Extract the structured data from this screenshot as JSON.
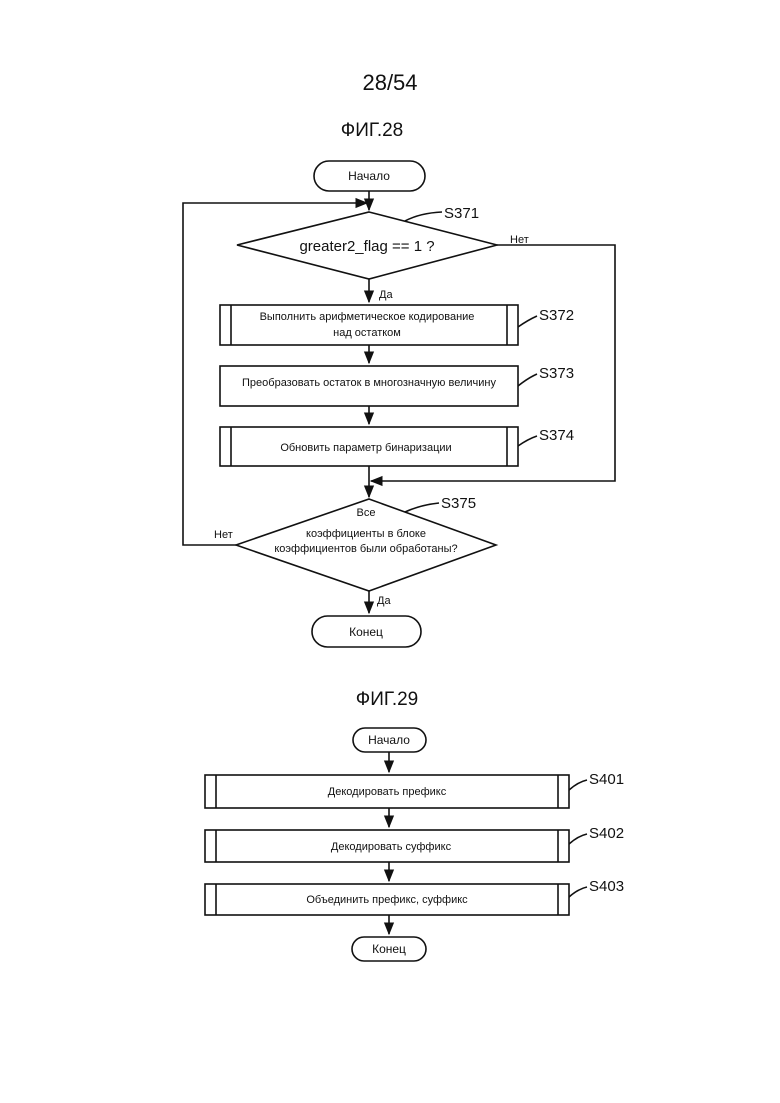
{
  "page_number": "28/54",
  "fig28": {
    "title": "ФИГ.28",
    "start": "Начало",
    "end": "Конец",
    "s371": {
      "step": "S371",
      "condition": "greater2_flag == 1 ?",
      "yes": "Да",
      "no": "Нет"
    },
    "s372": {
      "step": "S372",
      "line1": "Выполнить арифметическое кодирование",
      "line2": "над остатком"
    },
    "s373": {
      "step": "S373",
      "text": "Преобразовать остаток в многозначную величину"
    },
    "s374": {
      "step": "S374",
      "text": "Обновить параметр бинаризации"
    },
    "s375": {
      "step": "S375",
      "line1": "Все",
      "line2": "коэффициенты в блоке",
      "line3": "коэффициентов были обработаны?",
      "yes": "Да",
      "no": "Нет"
    }
  },
  "fig29": {
    "title": "ФИГ.29",
    "start": "Начало",
    "end": "Конец",
    "s401": {
      "step": "S401",
      "text": "Декодировать префикс"
    },
    "s402": {
      "step": "S402",
      "text": "Декодировать суффикс"
    },
    "s403": {
      "step": "S403",
      "text": "Объединить префикс, суффикс"
    }
  }
}
